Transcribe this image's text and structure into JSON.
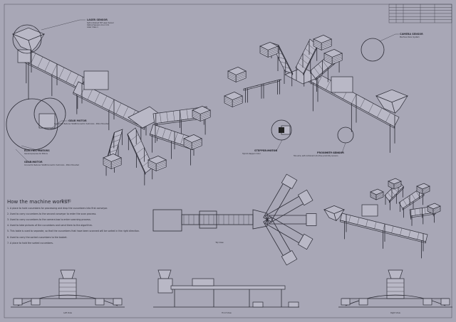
{
  "title_block": {
    "rows": [
      "",
      "",
      "",
      "",
      "",
      ""
    ]
  },
  "callouts": {
    "laser_sensor": {
      "title": "LASER SENSOR",
      "lines": [
        "Self-contained ToF Laser Sensor",
        "Optical Sensors 4 & 2 mm",
        "Laser Class 1"
      ]
    },
    "gear_motor_top": {
      "title": "GEAR MOTOR",
      "lines": [
        "Concentric Reducer Shaft/Concentric Solid Axis - Motor Mounted"
      ]
    },
    "electric_motors": {
      "title": "ELECTRIC MOTORS",
      "lines": [
        "General-purpose AC Motors"
      ]
    },
    "gear_motor_bottom": {
      "title": "GEAR MOTOR",
      "lines": [
        "Concentric Reducer Shaft/Concentric Solid Axis - Motor Mounted"
      ]
    },
    "stepper_motor": {
      "title": "STEPPER MOTOR",
      "lines": [
        "Hybrid stepper motor"
      ]
    },
    "proximity_sensor": {
      "title": "PROXIMITY SENSOR",
      "lines": [
        "Two-wire, self-contained inductive proximity sensors"
      ]
    },
    "camera_sensor": {
      "title": "CAMERA SENSOR",
      "lines": [
        "Machine Vision System"
      ]
    }
  },
  "how": {
    "title": "How the machine works?",
    "steps": [
      "1. A place to hold cucumbers for processing and drop the cucumbers into first conveyor.",
      "2. Used to carry cucumbers to the second conveyor to enter the scan process.",
      "3. Used to carry cucumbers to the camera box to enter scanning process.",
      "4. Used to take pictures of the cucumbers and send them to the algorithm.",
      "5. This table is used to separate, so that the cucumbers that have been scanned will be sorted in the right direction.",
      "6. Used to carry the sorted cucumbers to the basket.",
      "7. A place to hold the sorted cucumbers."
    ]
  },
  "views": {
    "top": "Top View",
    "left": "Left View",
    "front": "Front View",
    "right": "Right View"
  },
  "colors": {
    "background": "#a8a7b6",
    "line": "#2c2c36"
  }
}
